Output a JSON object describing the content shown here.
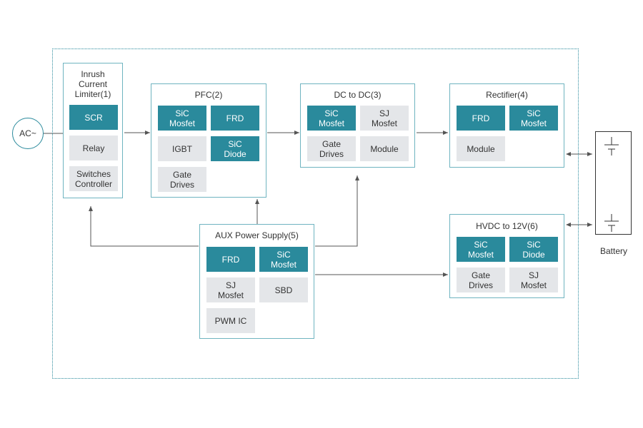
{
  "source": {
    "label": "AC~"
  },
  "blocks": {
    "inrush": {
      "title": "Inrush\nCurrent\nLimiter(1)",
      "cells": [
        "SCR",
        "Relay",
        "Switches\nController"
      ]
    },
    "pfc": {
      "title": "PFC(2)",
      "cells": [
        "SiC\nMosfet",
        "FRD",
        "IGBT",
        "SiC\nDiode",
        "Gate\nDrives"
      ]
    },
    "dcdc": {
      "title": "DC to DC(3)",
      "cells": [
        "SiC\nMosfet",
        "SJ\nMosfet",
        "Gate\nDrives",
        "Module"
      ]
    },
    "rectifier": {
      "title": "Rectifier(4)",
      "cells": [
        "FRD",
        "SiC\nMosfet",
        "Module"
      ]
    },
    "aux": {
      "title": "AUX Power Supply(5)",
      "cells": [
        "FRD",
        "SiC\nMosfet",
        "SJ\nMosfet",
        "SBD",
        "PWM IC"
      ]
    },
    "hvdc": {
      "title": "HVDC to 12V(6)",
      "cells": [
        "SiC\nMosfet",
        "SiC\nDiode",
        "Gate\nDrives",
        "SJ\nMosfet"
      ]
    }
  },
  "battery": {
    "label": "Battery"
  },
  "colors": {
    "teal": "#2a8a9c",
    "gray": "#e4e6e9",
    "border": "#6fb4c0",
    "line": "#555555"
  }
}
